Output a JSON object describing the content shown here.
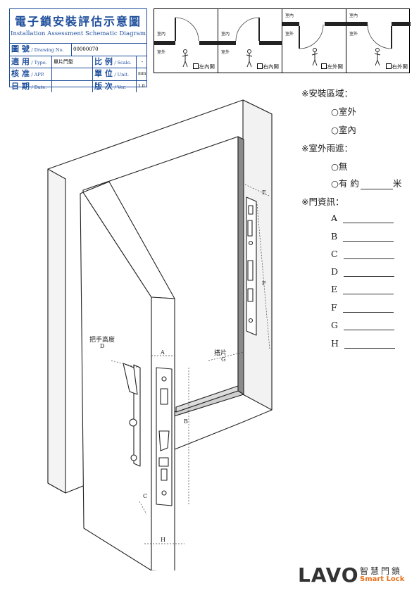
{
  "title_block": {
    "title_zh": "電子鎖安裝評估示意圖",
    "title_en": "Installation Assessment Schematic Diagram",
    "drawing_no_label_zh": "圖 號",
    "drawing_no_label_en": "/ Drawing No.",
    "drawing_no_value": "00000070",
    "type_label_zh": "適 用",
    "type_label_en": "/ Type.",
    "type_value": "單片門型",
    "scale_label_zh": "比 例",
    "scale_label_en": "/ Scale.",
    "scale_value": "-",
    "app_label_zh": "核 准",
    "app_label_en": "/ APP.",
    "app_value": "",
    "unit_label_zh": "單 位",
    "unit_label_en": "/ Unit.",
    "unit_value": "mm",
    "date_label_zh": "日 期",
    "date_label_en": "/ Date.",
    "date_value": "",
    "ver_label_zh": "版 次",
    "ver_label_en": "/ Ver.",
    "ver_value": "1.0"
  },
  "swing_options": [
    {
      "indoor": "室內",
      "outdoor": "室外",
      "label": "左內開"
    },
    {
      "indoor": "室內",
      "outdoor": "室外",
      "label": "右內開"
    },
    {
      "indoor": "室內",
      "outdoor": "室外",
      "label": "左外開"
    },
    {
      "indoor": "室內",
      "outdoor": "室外",
      "label": "右外開"
    }
  ],
  "form": {
    "area_heading": "※安裝區域：",
    "area_options": [
      "○室外",
      "○室內"
    ],
    "rain_heading": "※室外雨遮：",
    "rain_none": "○無",
    "rain_yes_prefix": "○有 約",
    "rain_yes_unit": "米",
    "door_info_heading": "※門資訊：",
    "letters": [
      "A",
      "B",
      "C",
      "D",
      "E",
      "F",
      "G",
      "H"
    ]
  },
  "drawing_labels": {
    "handle_height": "把手高度",
    "D": "D",
    "A": "A",
    "B": "B",
    "C": "C",
    "E": "E",
    "F": "F",
    "G": "G",
    "H": "H",
    "strike_plate": "搭片"
  },
  "logo": {
    "brand": "LAVO",
    "tagline_zh": "智慧門鎖",
    "tagline_en": "Smart Lock",
    "accent_color": "#e8701a"
  }
}
